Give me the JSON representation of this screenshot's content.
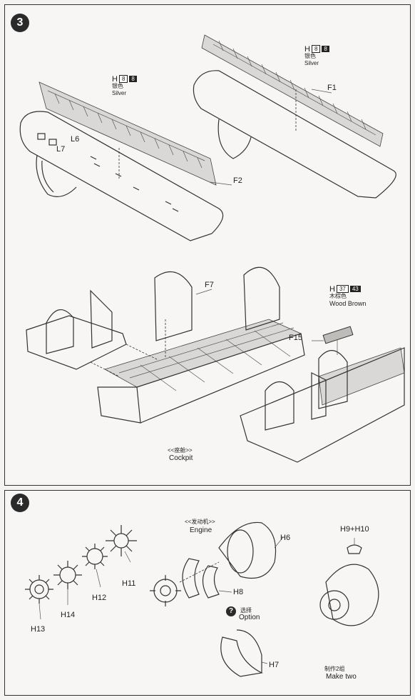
{
  "step3": {
    "number": "3",
    "left_paint": {
      "letter": "H",
      "code1": "8",
      "code2": "8",
      "cn": "银色",
      "en": "Silver"
    },
    "right_paint": {
      "letter": "H",
      "code1": "8",
      "code2": "8",
      "cn": "银色",
      "en": "Silver"
    },
    "wood_paint": {
      "letter": "H",
      "code1": "37",
      "code2": "43",
      "cn": "木棕色",
      "en": "Wood Brown"
    },
    "parts": {
      "L6": "L6",
      "L7": "L7",
      "F2": "F2",
      "F1": "F1",
      "F7": "F7",
      "F15": "F15"
    },
    "cockpit_cn": "<<座舱>>",
    "cockpit_en": "Cockpit"
  },
  "step4": {
    "number": "4",
    "engine_cn": "<<发动机>>",
    "engine_en": "Engine",
    "parts": {
      "H6": "H6",
      "H8": "H8",
      "H7": "H7",
      "H11": "H11",
      "H12": "H12",
      "H13": "H13",
      "H14": "H14",
      "H9H10": "H9+H10"
    },
    "option_cn": "选择",
    "option_en": "Option",
    "option_icon": "?",
    "make_two_cn": "制作2组",
    "make_two_en": "Make two"
  }
}
